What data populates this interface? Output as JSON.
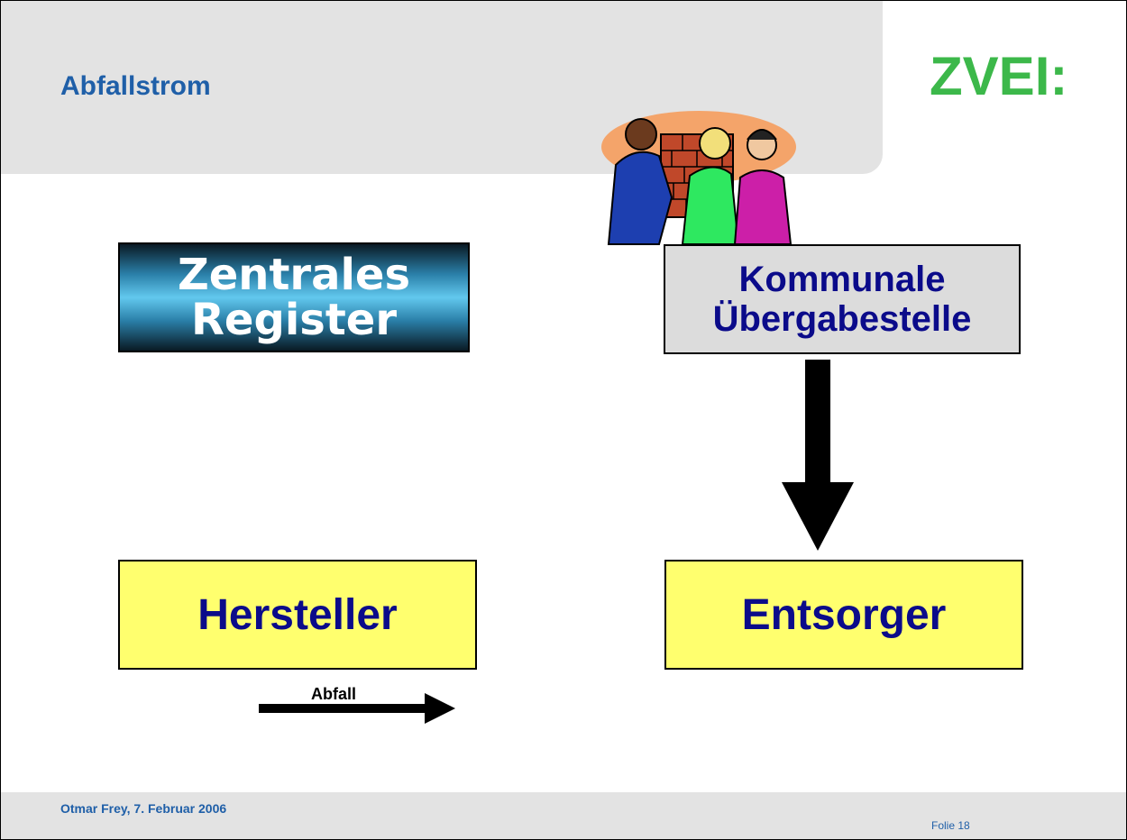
{
  "slide": {
    "title": "Abfallstrom",
    "logo_text": "ZVEI:",
    "nodes": {
      "register": [
        "Zentrales",
        "Register"
      ],
      "kommunal": [
        "Kommunale",
        "Übergabestelle"
      ],
      "hersteller": "Hersteller",
      "entsorger": "Entsorger"
    },
    "arrow_label": "Abfall",
    "footer": {
      "author_date": "Otmar Frey, 7. Februar 2006",
      "page": "Folie 18"
    }
  },
  "colors": {
    "title_blue": "#1f5fa8",
    "node_text_navy": "#0b0b8a",
    "box_yellow": "#ffff6e",
    "box_gray": "#dcdcdc",
    "band_gray": "#e3e3e3",
    "logo_green": "#3cb84a",
    "logo_blue": "#1f5fa8"
  },
  "icons": [
    "zvei-logo",
    "people-building-wall-clipart",
    "down-arrow",
    "right-arrow"
  ]
}
